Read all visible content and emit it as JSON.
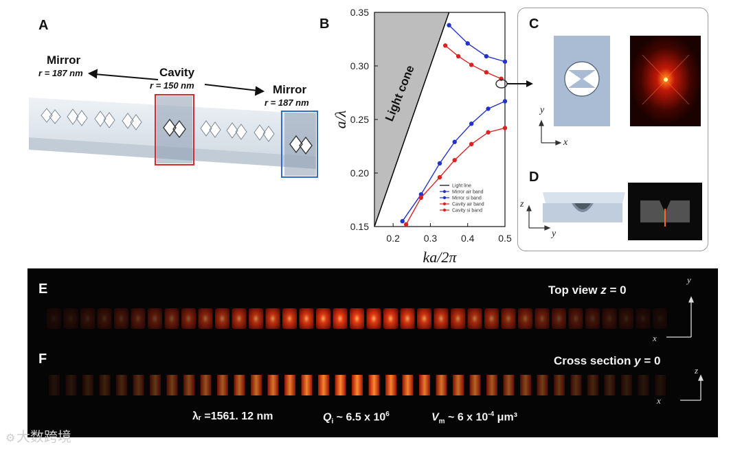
{
  "panels": {
    "a": "A",
    "b": "B",
    "c": "C",
    "d": "D",
    "e": "E",
    "f": "F"
  },
  "panel_a": {
    "mirror_left": "Mirror",
    "mirror_left_r": "r = 187 nm",
    "cavity": "Cavity",
    "cavity_r": "r = 150 nm",
    "mirror_right": "Mirror",
    "mirror_right_r": "r = 187 nm",
    "colors": {
      "cavity_box": "#d42a2a",
      "mirror_box": "#2a6fc4",
      "beam": "#dfe6ee"
    }
  },
  "chart_data": {
    "type": "scatter",
    "xlabel": "ka/2π",
    "ylabel": "a/λ",
    "xlim": [
      0.15,
      0.5
    ],
    "ylim": [
      0.15,
      0.35
    ],
    "xticks": [
      "0.2",
      "0.3",
      "0.4",
      "0.5"
    ],
    "yticks": [
      "0.15",
      "0.20",
      "0.25",
      "0.30",
      "0.35"
    ],
    "annotation": "Light cone",
    "legend_placement": "bottom-right",
    "light_line": {
      "name": "Light line",
      "x": [
        0.15,
        0.35
      ],
      "y": [
        0.15,
        0.35
      ],
      "color": "#000000"
    },
    "series": [
      {
        "name": "Mirror air band",
        "color": "#2233cc",
        "x": [
          0.35,
          0.4,
          0.45,
          0.5
        ],
        "y": [
          0.338,
          0.321,
          0.309,
          0.304
        ]
      },
      {
        "name": "Mirror si band",
        "color": "#2233cc",
        "x": [
          0.225,
          0.275,
          0.325,
          0.365,
          0.41,
          0.455,
          0.5
        ],
        "y": [
          0.155,
          0.18,
          0.209,
          0.229,
          0.246,
          0.26,
          0.267
        ]
      },
      {
        "name": "Cavity air band",
        "color": "#dd2222",
        "x": [
          0.34,
          0.375,
          0.41,
          0.45,
          0.49
        ],
        "y": [
          0.319,
          0.309,
          0.301,
          0.294,
          0.288
        ]
      },
      {
        "name": "Cavity si band",
        "color": "#dd2222",
        "x": [
          0.235,
          0.275,
          0.325,
          0.365,
          0.41,
          0.455,
          0.5
        ],
        "y": [
          0.152,
          0.177,
          0.196,
          0.212,
          0.227,
          0.238,
          0.242
        ]
      }
    ]
  },
  "panel_c": {
    "axis_y": "y",
    "axis_x": "x"
  },
  "panel_d": {
    "axis_z": "z",
    "axis_y": "y"
  },
  "panel_e": {
    "title_prefix": "Top view",
    "title_var": "z",
    "title_suffix": " = 0",
    "axis_y": "y",
    "axis_x": "x"
  },
  "panel_f": {
    "title_prefix": "Cross section",
    "title_var": "y",
    "title_suffix": " = 0",
    "axis_z": "z",
    "axis_x": "x"
  },
  "footer": {
    "lambda": "λᵣ =1561. 12 nm",
    "q_sym": "Q",
    "q_sub": "i",
    "q_val": " ~ 6.5 x 10",
    "q_exp": "6",
    "v_sym": "V",
    "v_sub": "m",
    "v_val": " ~ 6 x 10",
    "v_exp": "-4",
    "v_unit": " μm³"
  },
  "watermark": "大数跨境"
}
